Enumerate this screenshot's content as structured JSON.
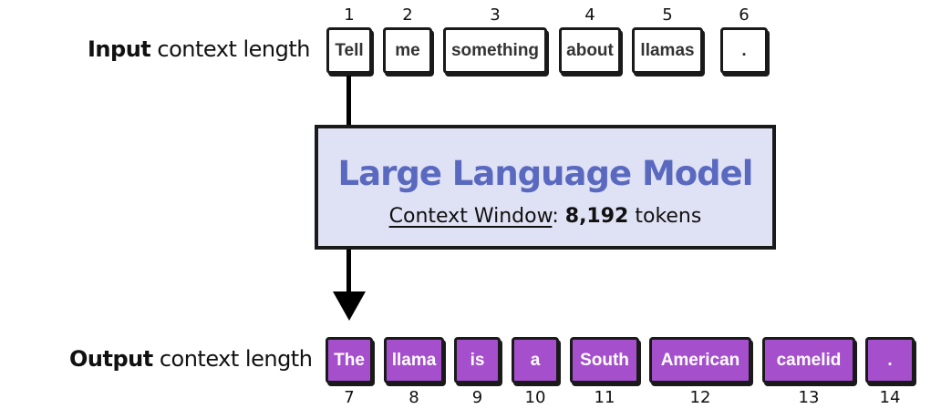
{
  "input_label": {
    "bold": "Input",
    "rest": " context length"
  },
  "output_label": {
    "bold": "Output",
    "rest": " context length"
  },
  "input_tokens": [
    {
      "text": "Tell",
      "index": "1"
    },
    {
      "text": "me",
      "index": "2"
    },
    {
      "text": "something",
      "index": "3"
    },
    {
      "text": "about",
      "index": "4"
    },
    {
      "text": "llamas",
      "index": "5"
    },
    {
      "text": ".",
      "index": "6"
    }
  ],
  "model": {
    "title": "Large Language Model",
    "context_label": "Context Window",
    "colon": ": ",
    "context_value": "8,192",
    "context_unit": " tokens"
  },
  "output_tokens": [
    {
      "text": "The",
      "index": "7"
    },
    {
      "text": "llama",
      "index": "8"
    },
    {
      "text": "is",
      "index": "9"
    },
    {
      "text": "a",
      "index": "10"
    },
    {
      "text": "South",
      "index": "11"
    },
    {
      "text": "American",
      "index": "12"
    },
    {
      "text": "camelid",
      "index": "13"
    },
    {
      "text": ".",
      "index": "14"
    }
  ],
  "colors": {
    "output_token": "#a64fcd",
    "model_fill": "#dfe1f4",
    "model_title": "#5a69c0"
  }
}
